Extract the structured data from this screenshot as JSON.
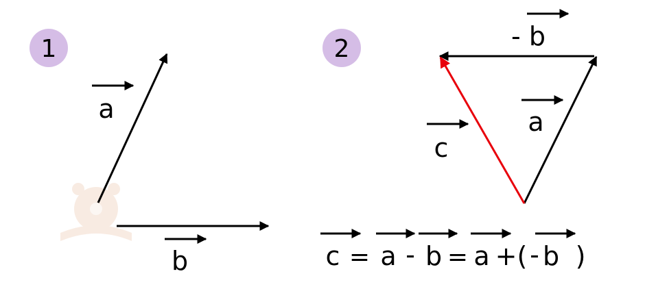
{
  "panels": [
    {
      "number": "1",
      "labels": {
        "a": "a",
        "b": "b"
      }
    },
    {
      "number": "2",
      "labels": {
        "neg_b": "- b",
        "a": "a",
        "c": "c"
      }
    }
  ],
  "formula": {
    "c": "c",
    "eq1": "=",
    "a1": "a",
    "minus": "-",
    "b1": "b",
    "eq2": "=",
    "a2": "a",
    "plus_paren": "+(",
    "neg": "-",
    "b2": "b",
    "close": ")"
  },
  "colors": {
    "badge": "#d5bde6",
    "ink": "#000000",
    "result": "#e8000b",
    "watermark": "#f3dccc"
  },
  "watermark_icon": "bear-book-icon"
}
